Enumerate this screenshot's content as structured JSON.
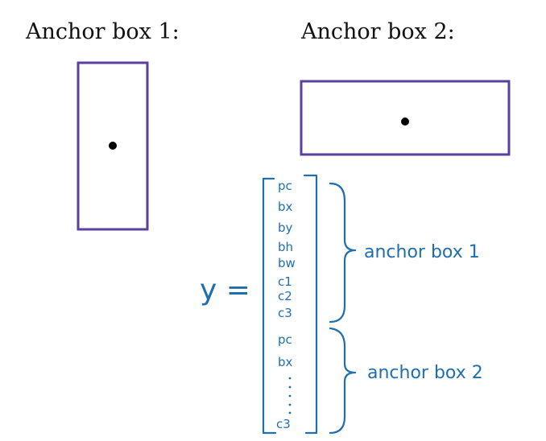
{
  "titles": {
    "box1": "Anchor box 1:",
    "box2": "Anchor box 2:"
  },
  "colors": {
    "box_outline": "#5b3fa0",
    "ink": "#1f6fb0",
    "text": "#111111"
  },
  "vector": {
    "lhs": "y =",
    "group1_entries": [
      "pc",
      "bx",
      "by",
      "bh",
      "bw",
      "c1",
      "c2",
      "c3"
    ],
    "group2_entries": [
      "pc",
      "bx",
      "c3"
    ],
    "group1_label": "anchor box 1",
    "group2_label": "anchor box 2"
  }
}
